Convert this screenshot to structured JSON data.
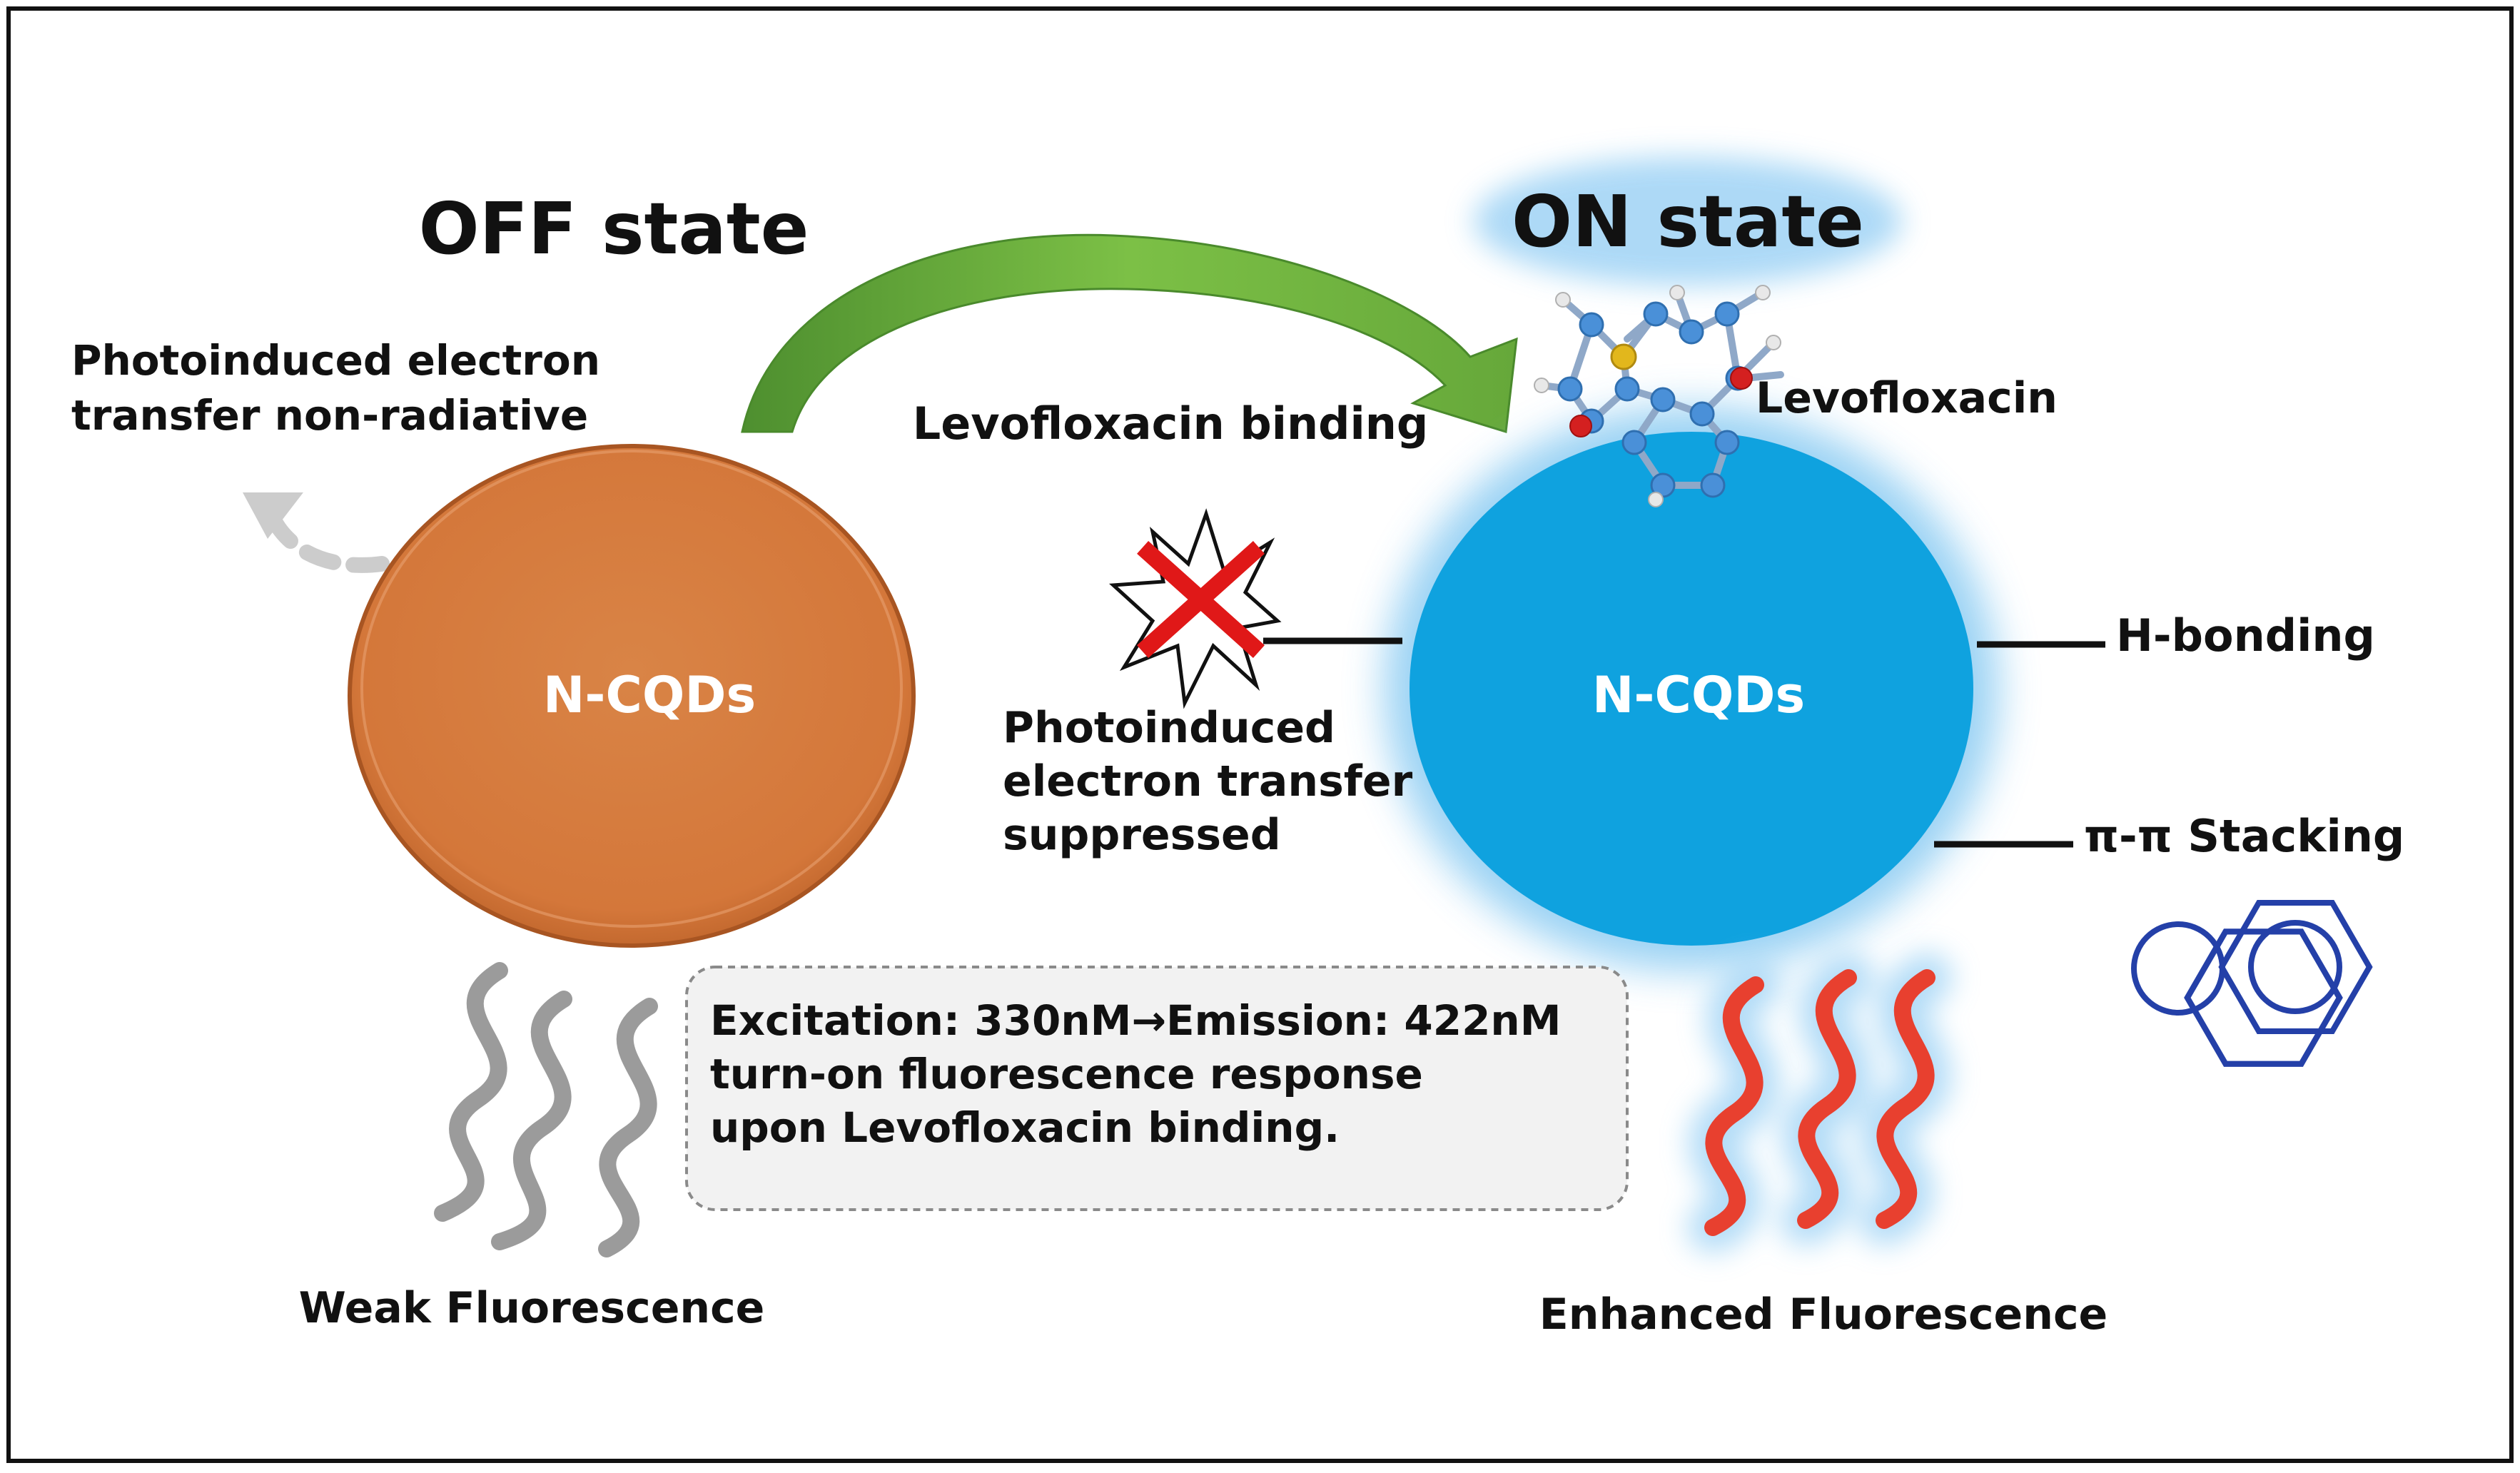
{
  "off_state": {
    "title": "OFF state",
    "pet_line1": "Photoinduced electron",
    "pet_line2": "transfer non-radiative",
    "particle_label": "N-CQDs",
    "fluorescence_label": "Weak Fluorescence"
  },
  "transition": {
    "label": "Levofloxacin  binding"
  },
  "on_state": {
    "title": "ON state",
    "molecule_label": "Levofloxacin",
    "particle_label": "N-CQDs",
    "h_bonding_label": "H-bonding",
    "stacking_label": "π-π Stacking",
    "pet_line1": "Photoinduced",
    "pet_line2": "electron transfer",
    "pet_line3": "suppressed",
    "fluorescence_label": "Enhanced Fluorescence"
  },
  "info_box": {
    "line1": "Excitation:  330nM→Emission:  422nM",
    "line2": "turn-on fluorescence response",
    "line3": "upon Levofloxacin binding."
  },
  "colors": {
    "off_particle": "#D4773A",
    "on_particle": "#0FA2DF",
    "arrow_green": "#5FA13A",
    "weak_wave": "#9B9B9B",
    "enhanced_wave": "#E8402F",
    "on_glow": "#9FD3F5",
    "stacking_icon": "#2440A8"
  }
}
